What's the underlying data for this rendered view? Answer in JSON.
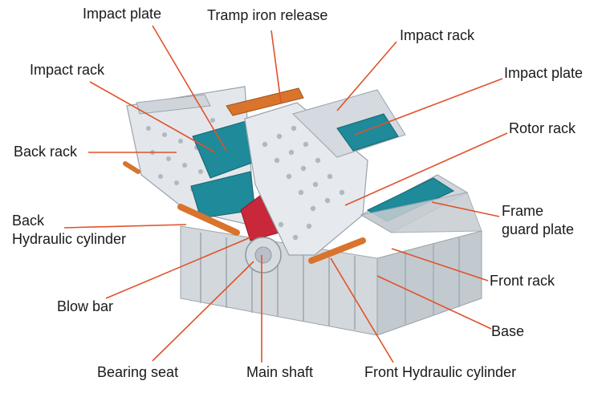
{
  "colors": {
    "leader_line": "#e0522a",
    "steel": "#dfe3e7",
    "steel_dark": "#b5bdc5",
    "liner": "#1e8a9a",
    "rotor": "#c8283a",
    "cylinder": "#d9742c"
  },
  "labels": {
    "impact_plate_top": "Impact plate",
    "tramp_iron_release": "Tramp iron release",
    "impact_rack_right": "Impact rack",
    "impact_rack_left": "Impact rack",
    "impact_plate_right": "Impact plate",
    "rotor_rack": "Rotor rack",
    "back_rack": "Back rack",
    "back_hydraulic_line1": "Back",
    "back_hydraulic_line2": "Hydraulic cylinder",
    "frame_guard_line1": "Frame",
    "frame_guard_line2": "guard plate",
    "front_rack": "Front rack",
    "blow_bar": "Blow bar",
    "base": "Base",
    "bearing_seat": "Bearing seat",
    "main_shaft": "Main shaft",
    "front_hydraulic_cylinder": "Front Hydraulic cylinder"
  }
}
